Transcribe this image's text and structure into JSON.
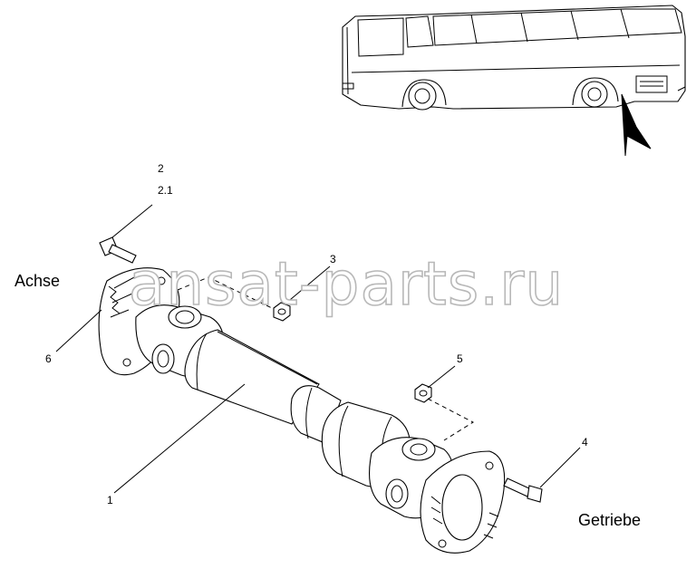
{
  "labels": {
    "achse": "Achse",
    "getriebe": "Getriebe"
  },
  "callouts": {
    "p1": "1",
    "p2": "2",
    "p2_1": "2.1",
    "p3": "3",
    "p4": "4",
    "p5": "5",
    "p6": "6"
  },
  "watermark": "ansat-parts.ru"
}
